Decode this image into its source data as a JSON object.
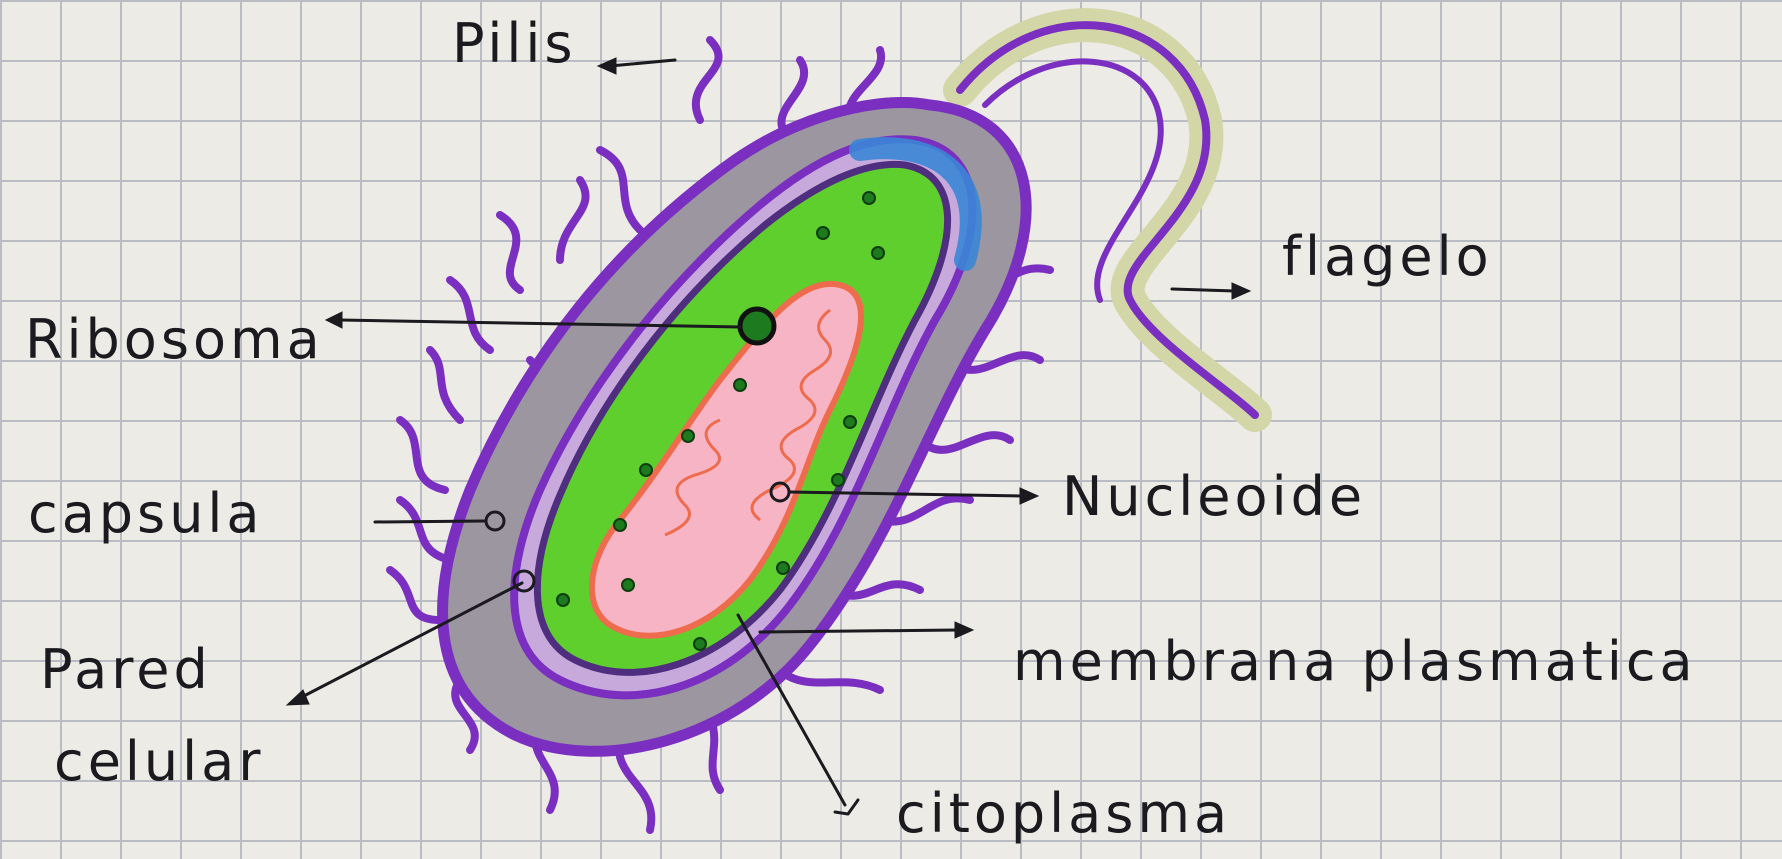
{
  "labels": {
    "pilis": "Pilis",
    "ribosoma": "Ribosoma",
    "capsula": "capsula",
    "pared": "Pared",
    "celular": "celular",
    "flagelo": "flagelo",
    "nucleoide": "Nucleoide",
    "membrana": "membrana plasmatica",
    "citoplasma": "citoplasma"
  },
  "colors": {
    "paper": "#ecebe6",
    "grid": "#b9bcc2",
    "ink": "#1a1a1f",
    "capsule": "#9c96a0",
    "pili_wall": "#7a2fc0",
    "cytoplasm": "#5fcf2e",
    "nucleoid": "#f7b4c4",
    "nucleoid_outline": "#ee6c4d",
    "accent_blue": "#3b86d6"
  }
}
